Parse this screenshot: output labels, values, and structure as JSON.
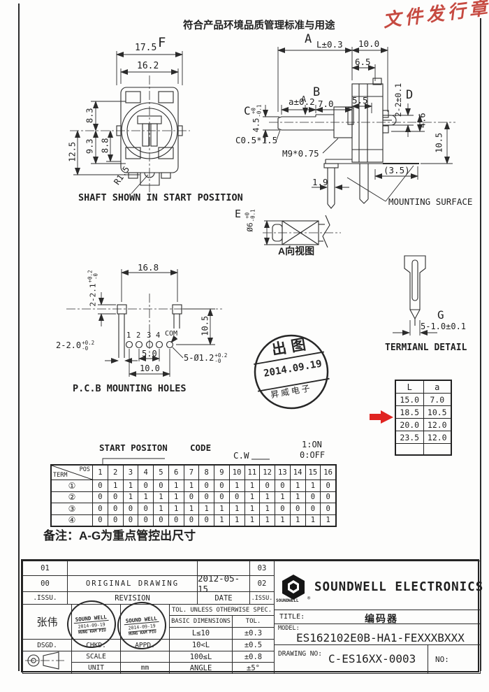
{
  "page": {
    "red_stamp": "文件发行章",
    "compliance_note": "符合产品环境品质管理标准与用途",
    "remark": "备注：A-G为重点管控出尺寸"
  },
  "front_view": {
    "caption": "SHAFT SHOWN IN START POSITION",
    "dim_17_5": "17.5",
    "letter_f": "F",
    "dim_16_2": "16.2",
    "dim_8_3": "8.3",
    "dim_9_3": "9.3",
    "dim_8_8": "8.8",
    "dim_12_5": "12.5",
    "dim_r1_5": "R1.5"
  },
  "side_view": {
    "letter_a": "A",
    "dim_l": "L±0.3",
    "dim_10": "10.0",
    "dim_6_5": "6.5",
    "dim_a": "a±0.2",
    "letter_b": "B",
    "dim_7": "7.0",
    "dim_5_5": "5.5",
    "letter_c": "C",
    "dim_4_5": "4.5",
    "d45_sup": "+0",
    "d45_sub": "-0.1",
    "view_arrow": "A",
    "dim_2_2": "2-2±0.1",
    "letter_d": "D",
    "dim_4_6": "4.6",
    "dim_10_5": "10.5",
    "dim_3_5": "(3.5)",
    "dim_1_9": "1.9",
    "chamfer": "C0.5*1.5",
    "thread": "M9*0.75",
    "mounting_surface": "MOUNTING SURFACE"
  },
  "section_view": {
    "letter_e": "E",
    "dim_dia": "Ø6",
    "sup": "+0",
    "sub": "-0.1",
    "caption": "A向视图"
  },
  "pcb_view": {
    "dim_2_2_1": "2-2.1",
    "d221_sup": "+0.2",
    "d221_sub": "-0",
    "dim_16_8": "16.8",
    "dim_2_2_0": "2-2.0",
    "d220_sup": "+0.2",
    "d220_sub": "-0",
    "dim_10_5": "10.5",
    "pins": [
      "1",
      "2",
      "3",
      "4",
      "COM"
    ],
    "dim_5_0": "5.0",
    "dim_10_0": "10.0",
    "dim_holes": "5-Ø1.2",
    "holes_sup": "+0.2",
    "holes_sub": "-0",
    "caption": "P.C.B MOUNTING HOLES"
  },
  "release_stamp": {
    "line1": "出图",
    "line2": "2014.09.19",
    "line3": "昇威电子"
  },
  "terminal_detail": {
    "letter_g": "G",
    "dim": "5-1.0±0.1",
    "caption": "TERMIANL DETAIL"
  },
  "la_table": {
    "col_l": "L",
    "col_a": "a",
    "rows": [
      [
        "15.0",
        "7.0"
      ],
      [
        "18.5",
        "10.5"
      ],
      [
        "20.0",
        "12.0"
      ],
      [
        "23.5",
        "12.0"
      ]
    ]
  },
  "code_table": {
    "title_start": "START POSITON",
    "title_code": "CODE",
    "cw": "C.W",
    "legend_on": "1:ON",
    "legend_off": "0:OFF",
    "corner_pos": "POS",
    "corner_term": "TERM",
    "cols": [
      "1",
      "2",
      "3",
      "4",
      "5",
      "6",
      "7",
      "8",
      "9",
      "10",
      "11",
      "12",
      "13",
      "14",
      "15",
      "16"
    ],
    "rows": [
      {
        "label": "①",
        "values": [
          "0",
          "1",
          "1",
          "0",
          "0",
          "1",
          "1",
          "0",
          "0",
          "1",
          "1",
          "0",
          "0",
          "1",
          "1",
          "0"
        ]
      },
      {
        "label": "②",
        "values": [
          "0",
          "0",
          "1",
          "1",
          "1",
          "1",
          "0",
          "0",
          "0",
          "0",
          "1",
          "1",
          "1",
          "1",
          "0",
          "0"
        ]
      },
      {
        "label": "③",
        "values": [
          "0",
          "0",
          "0",
          "0",
          "1",
          "1",
          "1",
          "1",
          "1",
          "1",
          "1",
          "1",
          "0",
          "0",
          "0",
          "0"
        ]
      },
      {
        "label": "④",
        "values": [
          "0",
          "0",
          "0",
          "0",
          "0",
          "0",
          "0",
          "0",
          "1",
          "1",
          "1",
          "1",
          "1",
          "1",
          "1",
          "1"
        ]
      }
    ]
  },
  "title_block": {
    "revision": {
      "r1_no": "01",
      "r1_right": "03",
      "r2_no": "00",
      "r2_desc": "ORIGINAL DRAWING",
      "r2_date": "2012-05-15",
      "r2_right": "02",
      "r3_no": ".ISSU.",
      "r3_desc": "REVISION",
      "r3_date": "DATE",
      "r3_right": ".ISSU."
    },
    "designer": "张伟",
    "dsgd": "DSGD.",
    "chkd": "CHKD.",
    "appd": "APPD.",
    "scale_label": "SCALE",
    "unit_label": "UNIT",
    "unit_value": "mm",
    "stamp": {
      "brand": "SOUND WELL",
      "date": "2014-09-19",
      "name": "HUNG KAM PIU"
    },
    "tol": {
      "header": "TOL. UNLESS OTHERWISE SPEC.",
      "col1": "BASIC DIMENSIONS",
      "col2": "TOL.",
      "rows": [
        [
          "L≤10",
          "±0.3"
        ],
        [
          "10<L",
          "±0.5"
        ],
        [
          "100≤L",
          "±0.8"
        ],
        [
          "ANGLE",
          "±5°"
        ]
      ]
    },
    "company": "SOUNDWELL ELECTRONICS",
    "logo_text": "SOUNDWELL",
    "reg_mark": "®",
    "title_label": "TITLE:",
    "title_value": "编码器",
    "model_label": "MODEL:",
    "model_value": "ES162102E0B-HA1-FEXXXBXXX",
    "drawing_label": "DRAWING NO:",
    "drawing_value": "C-ES16XX-0003",
    "no_label": "NO:"
  }
}
